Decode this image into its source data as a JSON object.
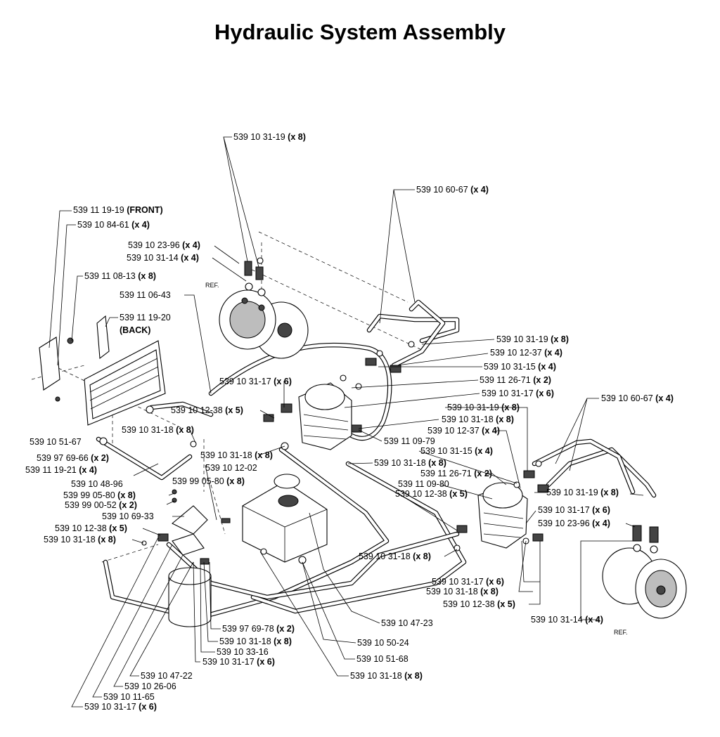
{
  "title": "Hydraulic System Assembly",
  "ref_label": "REF.",
  "labels": [
    {
      "id": "l01",
      "part": "539 10 31-19",
      "qty": "(x 8)"
    },
    {
      "id": "l02",
      "part": "539 10 60-67",
      "qty": "(x 4)"
    },
    {
      "id": "l03",
      "part": "539 11 19-19",
      "qty": "(FRONT)"
    },
    {
      "id": "l04",
      "part": "539 10 84-61",
      "qty": "(x 4)"
    },
    {
      "id": "l05",
      "part": "539 10 23-96",
      "qty": "(x 4)"
    },
    {
      "id": "l06",
      "part": "539 10 31-14",
      "qty": "(x 4)"
    },
    {
      "id": "l07",
      "part": "539 11 08-13",
      "qty": "(x 8)"
    },
    {
      "id": "l08",
      "part": "539 11 06-43",
      "qty": ""
    },
    {
      "id": "l09",
      "part": "539 11 19-20",
      "qty": ""
    },
    {
      "id": "l09b",
      "part": "",
      "qty": "(BACK)"
    },
    {
      "id": "l10",
      "part": "539 10 31-19",
      "qty": "(x 8)"
    },
    {
      "id": "l11",
      "part": "539 10 12-37",
      "qty": "(x 4)"
    },
    {
      "id": "l12",
      "part": "539 10 31-15",
      "qty": "(x 4)"
    },
    {
      "id": "l13",
      "part": "539 11 26-71",
      "qty": "(x 2)"
    },
    {
      "id": "l14",
      "part": "539 10 31-17",
      "qty": "(x 6)"
    },
    {
      "id": "l15",
      "part": "539 10 31-17",
      "qty": "(x 6)"
    },
    {
      "id": "l16",
      "part": "539 10 12-38",
      "qty": "(x 5)"
    },
    {
      "id": "l17",
      "part": "539 10 60-67",
      "qty": "(x 4)"
    },
    {
      "id": "l18",
      "part": "539 10 31-19",
      "qty": "(x 8)"
    },
    {
      "id": "l19",
      "part": "539 10 31-18",
      "qty": "(x 8)"
    },
    {
      "id": "l20",
      "part": "539 10 31-18",
      "qty": "(x 8)"
    },
    {
      "id": "l21",
      "part": "539 10 12-37",
      "qty": "(x 4)"
    },
    {
      "id": "l22",
      "part": "539 11 09-79",
      "qty": ""
    },
    {
      "id": "l23",
      "part": "539 10 51-67",
      "qty": ""
    },
    {
      "id": "l24",
      "part": "539 10 31-15",
      "qty": "(x 4)"
    },
    {
      "id": "l25",
      "part": "539 97 69-66",
      "qty": "(x 2)"
    },
    {
      "id": "l26",
      "part": "539 10 31-18",
      "qty": "(x 8)"
    },
    {
      "id": "l27",
      "part": "539 10 31-18",
      "qty": "(x 8)"
    },
    {
      "id": "l28",
      "part": "539 11 19-21",
      "qty": "(x 4)"
    },
    {
      "id": "l29",
      "part": "539 10 12-02",
      "qty": ""
    },
    {
      "id": "l30",
      "part": "539 11 26-71",
      "qty": "(x 2)"
    },
    {
      "id": "l31",
      "part": "539 10 48-96",
      "qty": ""
    },
    {
      "id": "l32",
      "part": "539 99 05-80",
      "qty": "(x 8)"
    },
    {
      "id": "l33",
      "part": "539 11 09-80",
      "qty": ""
    },
    {
      "id": "l34",
      "part": "539 99 05-80",
      "qty": "(x 8)"
    },
    {
      "id": "l35",
      "part": "539 10 12-38",
      "qty": "(x 5)"
    },
    {
      "id": "l36",
      "part": "539 10 31-19",
      "qty": "(x 8)"
    },
    {
      "id": "l37",
      "part": "539 99 00-52",
      "qty": "(x 2)"
    },
    {
      "id": "l38",
      "part": "539 10 31-17",
      "qty": "(x 6)"
    },
    {
      "id": "l39",
      "part": "539 10 69-33",
      "qty": ""
    },
    {
      "id": "l40",
      "part": "539 10 23-96",
      "qty": "(x 4)"
    },
    {
      "id": "l41",
      "part": "539 10 12-38",
      "qty": "(x 5)"
    },
    {
      "id": "l42",
      "part": "539 10 31-18",
      "qty": "(x 8)"
    },
    {
      "id": "l43",
      "part": "539 10 31-18",
      "qty": "(x 8)"
    },
    {
      "id": "l44",
      "part": "539 10 31-17",
      "qty": "(x 6)"
    },
    {
      "id": "l45",
      "part": "539 10 31-18",
      "qty": "(x 8)"
    },
    {
      "id": "l46",
      "part": "539 10 12-38",
      "qty": "(x 5)"
    },
    {
      "id": "l47",
      "part": "539 10 31-14",
      "qty": "(x 4)"
    },
    {
      "id": "l48",
      "part": "539 10 47-23",
      "qty": ""
    },
    {
      "id": "l49",
      "part": "539 97 69-78",
      "qty": "(x 2)"
    },
    {
      "id": "l50",
      "part": "539 10 31-18",
      "qty": "(x 8)"
    },
    {
      "id": "l51",
      "part": "539 10 50-24",
      "qty": ""
    },
    {
      "id": "l52",
      "part": "539 10 33-16",
      "qty": ""
    },
    {
      "id": "l53",
      "part": "539 10 51-68",
      "qty": ""
    },
    {
      "id": "l54",
      "part": "539 10 31-17",
      "qty": "(x 6)"
    },
    {
      "id": "l55",
      "part": "539 10 31-18",
      "qty": "(x 8)"
    },
    {
      "id": "l56",
      "part": "539 10 47-22",
      "qty": ""
    },
    {
      "id": "l57",
      "part": "539 10 26-06",
      "qty": ""
    },
    {
      "id": "l58",
      "part": "539 10 11-65",
      "qty": ""
    },
    {
      "id": "l59",
      "part": "539 10 31-17",
      "qty": "(x 6)"
    }
  ]
}
